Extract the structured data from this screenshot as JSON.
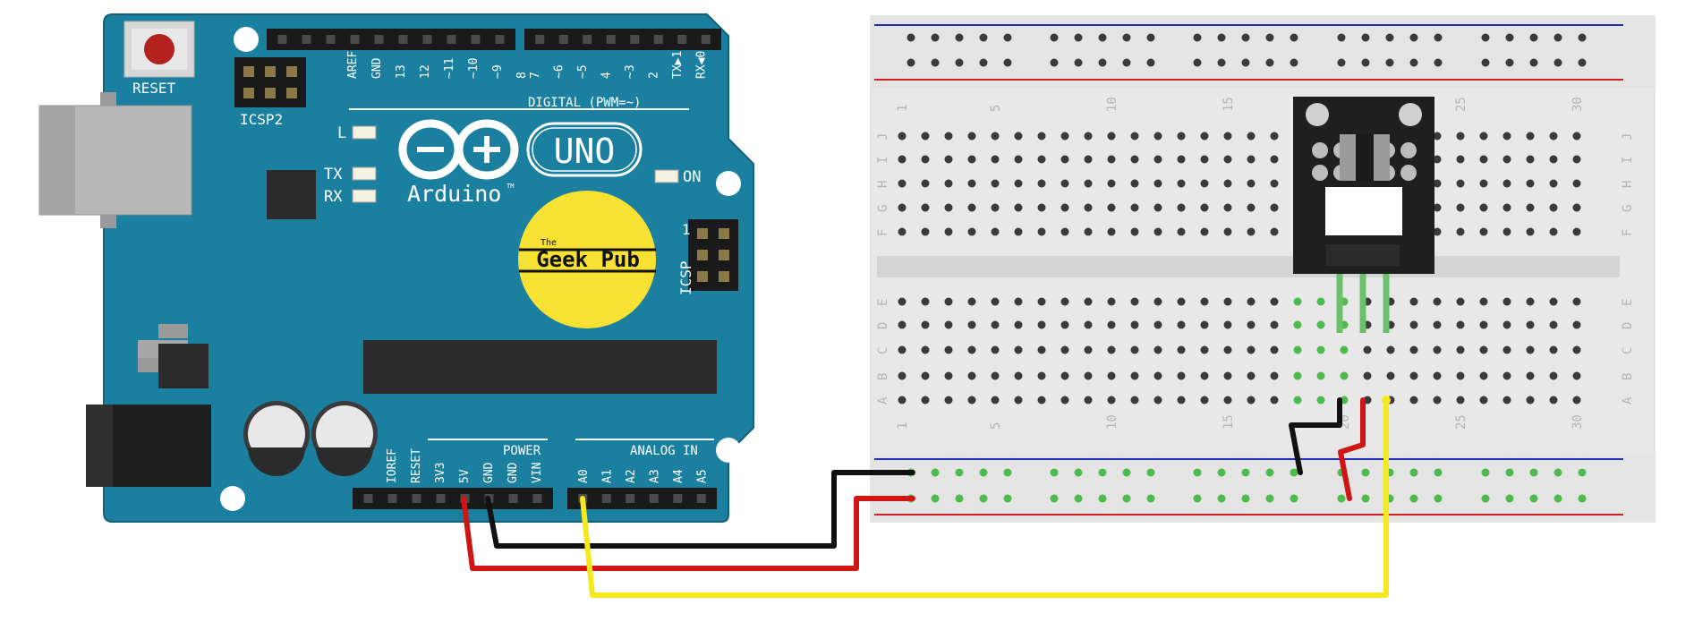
{
  "board": {
    "reset_label": "RESET",
    "icsp2_label": "ICSP2",
    "icsp_label": "ICSP",
    "icsp_pin1": "1",
    "uno_label": "UNO",
    "arduino_label": "Arduino",
    "tm_mark": "TM",
    "on_label": "ON",
    "l_label": "L",
    "tx_label": "TX",
    "rx_label": "RX",
    "digital_label": "DIGITAL (PWM=~)",
    "power_label": "POWER",
    "analog_label": "ANALOG IN",
    "digital_pins_left": [
      "AREF",
      "GND",
      "13",
      "12",
      "~11",
      "~10",
      "~9",
      "8"
    ],
    "digital_pins_right": [
      "7",
      "~6",
      "~5",
      "4",
      "~3",
      "2",
      "TX▶1",
      "RX◀0"
    ],
    "power_pins": [
      "IOREF",
      "RESET",
      "3V3",
      "5V",
      "GND",
      "GND",
      "VIN"
    ],
    "analog_pins": [
      "A0",
      "A1",
      "A2",
      "A3",
      "A4",
      "A5"
    ]
  },
  "logo": {
    "the": "The",
    "name": "Geek Pub"
  },
  "breadboard": {
    "column_numbers": [
      "1",
      "5",
      "10",
      "15",
      "20",
      "25",
      "30"
    ],
    "rows_top": [
      "J",
      "I",
      "H",
      "G",
      "F"
    ],
    "rows_bottom": [
      "E",
      "D",
      "C",
      "B",
      "A"
    ]
  },
  "colors": {
    "board": "#1b7f9f",
    "wire_5v": "#d01515",
    "wire_gnd": "#111111",
    "wire_signal": "#f5e81c",
    "logo_fill": "#f7e234",
    "rail_blue": "#1f2fb8",
    "rail_red": "#cc2222",
    "lit_hole": "#4cba4c"
  }
}
